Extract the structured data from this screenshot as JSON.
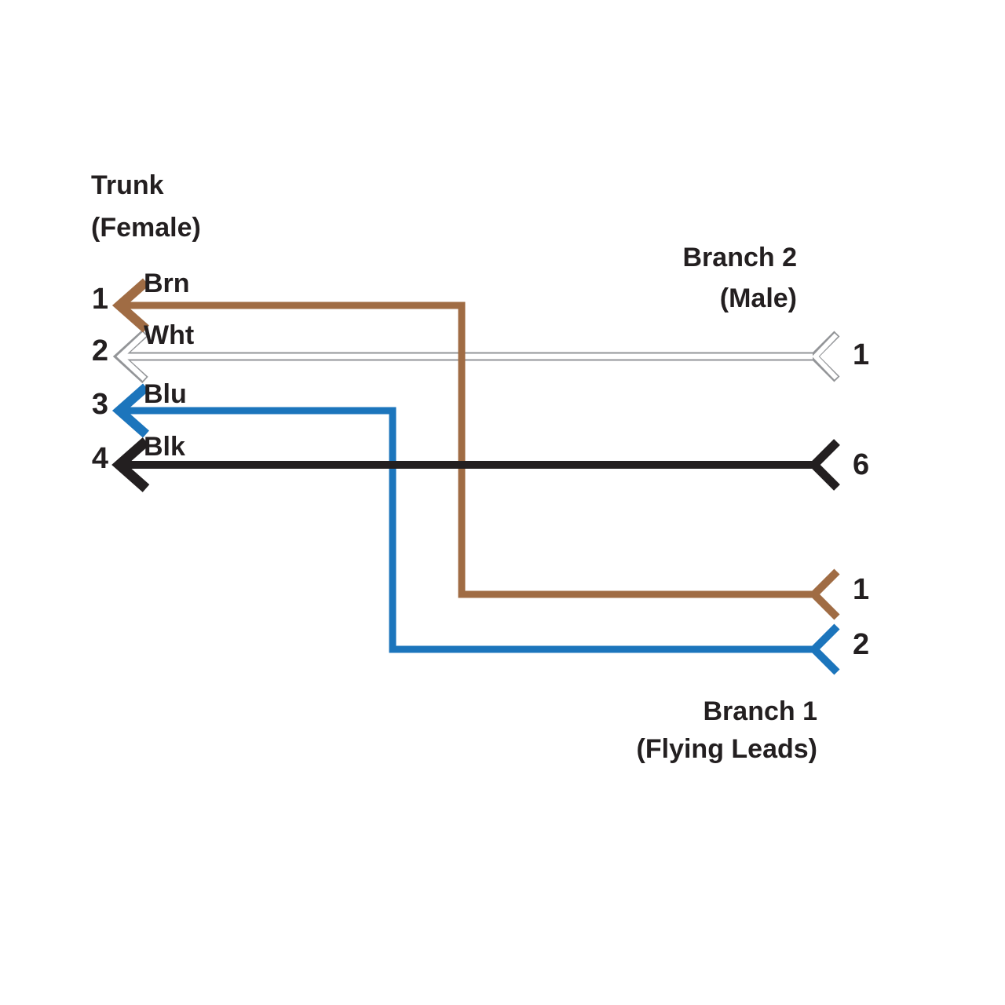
{
  "connectors": {
    "trunk": {
      "title": "Trunk",
      "subtitle": "(Female)"
    },
    "branch2": {
      "title": "Branch 2",
      "subtitle": "(Male)"
    },
    "branch1": {
      "title": "Branch 1",
      "subtitle": "(Flying Leads)"
    }
  },
  "pins": {
    "trunk": [
      "1",
      "2",
      "3",
      "4"
    ],
    "branch2": [
      "1",
      "6"
    ],
    "branch1": [
      "1",
      "2"
    ]
  },
  "wires": [
    {
      "label": "Brn",
      "color_name": "brown",
      "hex": "#a06c44",
      "from": "Trunk pin 1",
      "to": "Branch 1 pin 1"
    },
    {
      "label": "Wht",
      "color_name": "white",
      "hex": "#ffffff",
      "outline": "#939598",
      "from": "Trunk pin 2",
      "to": "Branch 2 pin 1"
    },
    {
      "label": "Blu",
      "color_name": "blue",
      "hex": "#1c75bc",
      "from": "Trunk pin 3",
      "to": "Branch 1 pin 2"
    },
    {
      "label": "Blk",
      "color_name": "black",
      "hex": "#231f20",
      "from": "Trunk pin 4",
      "to": "Branch 2 pin 6"
    }
  ],
  "colors": {
    "text": "#231f20",
    "background": "#ffffff"
  }
}
